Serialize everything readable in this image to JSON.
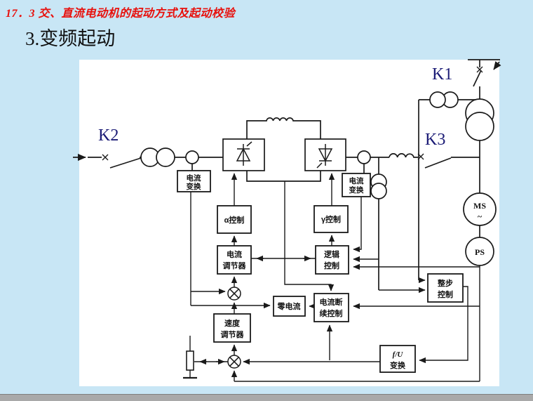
{
  "theme": {
    "background": "#c8e6f5",
    "panel": "#ffffff",
    "title_red": "#e8100c",
    "line_black": "#1a1a1a",
    "k_label_blue": "#1a1a75",
    "bottom_bar_gray": "#a9a9a9"
  },
  "header": {
    "title": "17．3 交、直流电动机的起动方式及起动校验",
    "subtitle": "3.变频起动"
  },
  "diagram": {
    "switch_labels": {
      "k1": "K1",
      "k2": "K2",
      "k3": "K3"
    },
    "machines": {
      "ms_line1": "MS",
      "ms_line2": "~",
      "ps": "PS"
    },
    "boxes": {
      "current_conv_left": {
        "l1": "电流",
        "l2": "变换"
      },
      "alpha_ctrl": {
        "l1": "α控制"
      },
      "current_reg": {
        "l1": "电流",
        "l2": "调节器"
      },
      "gamma_ctrl": {
        "l1": "γ控制"
      },
      "logic_ctrl": {
        "l1": "逻辑",
        "l2": "控制"
      },
      "current_conv_right": {
        "l1": "电流",
        "l2": "变换"
      },
      "zero_current": {
        "l1": "零电流"
      },
      "discont_ctrl": {
        "l1": "电流断",
        "l2": "续控制"
      },
      "speed_reg": {
        "l1": "速度",
        "l2": "调节器"
      },
      "sync_ctrl": {
        "l1": "整步",
        "l2": "控制"
      },
      "fu_conv": {
        "l1": "f/U",
        "l2": "变换"
      }
    }
  }
}
